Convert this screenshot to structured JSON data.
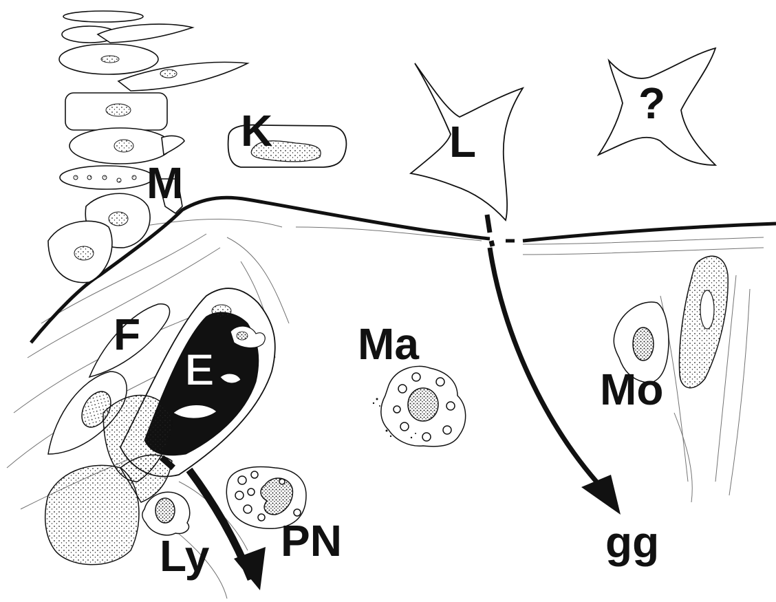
{
  "labels": {
    "k": "K",
    "m": "M",
    "l": "L",
    "unknown": "?",
    "f": "F",
    "e": "E",
    "ma": "Ma",
    "mo": "Mo",
    "ly": "Ly",
    "pn": "PN",
    "gg": "gg"
  }
}
